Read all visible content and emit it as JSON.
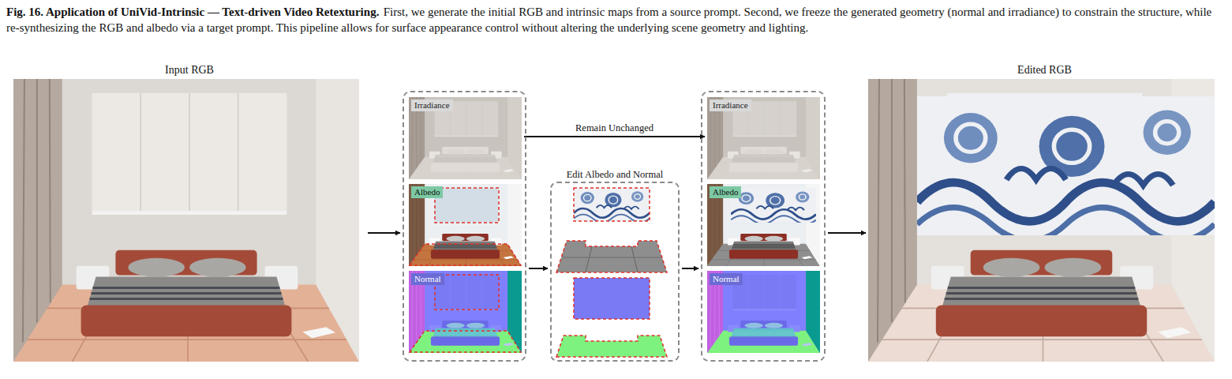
{
  "diagram": {
    "title": "Fig. 16. Application of UniVid-Intrinsic — Text-driven Video Retexturing.",
    "caption": "First, we generate the initial RGB and intrinsic maps from a source prompt. Second, we freeze the generated geometry (normal and irradiance) to constrain the structure, while re-synthesizing the RGB and albedo via a target prompt. This pipeline allows for surface appearance control without altering the underlying scene geometry and lighting.",
    "nodes": [
      {
        "text": [
          "Input RGB"
        ]
      },
      {
        "text": []
      },
      {
        "text": [
          "Irradiance"
        ],
        "in": 1
      },
      {
        "text": [
          "Albedo"
        ],
        "in": 1
      },
      {
        "text": [
          "Normal"
        ],
        "in": 1
      },
      {
        "text": [
          "Edit Albedo and Normal"
        ]
      },
      {
        "text": []
      },
      {
        "text": [
          "Irradiance"
        ],
        "in": 6
      },
      {
        "text": [
          "Albedo"
        ],
        "in": 6
      },
      {
        "text": [
          "Normal"
        ],
        "in": 6
      },
      {
        "text": [
          "Edited RGB"
        ]
      }
    ],
    "edges": [
      {
        "from": 0,
        "to": 1,
        "arrow": "to"
      },
      {
        "from": 1,
        "to": 5,
        "arrow": "to"
      },
      {
        "from": 5,
        "to": 6,
        "arrow": "to"
      },
      {
        "from": 6,
        "to": 10,
        "arrow": "to"
      },
      {
        "from": 2,
        "to": 7,
        "label": "Remain Unchanged",
        "arrow": "to"
      }
    ]
  }
}
